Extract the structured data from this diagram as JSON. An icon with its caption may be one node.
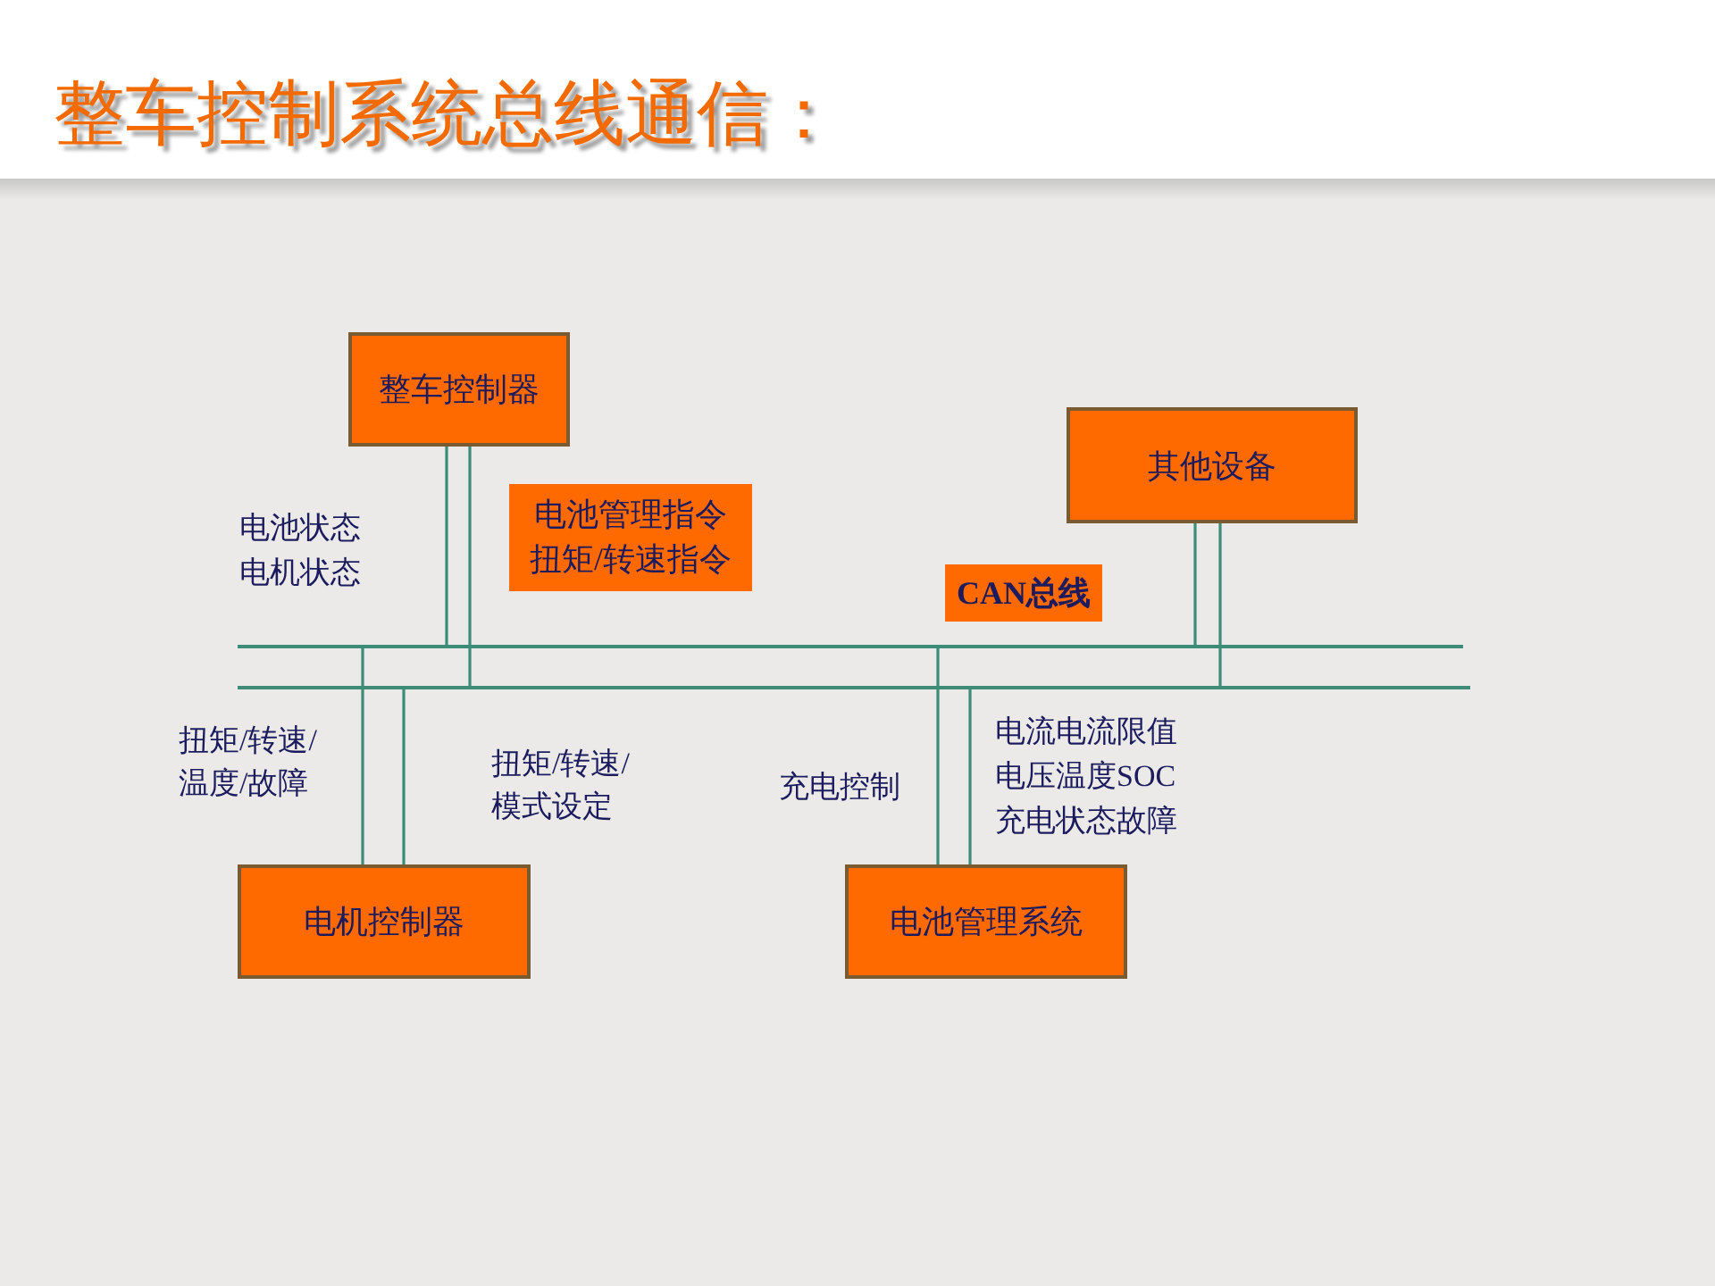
{
  "diagram": {
    "title": "整车控制系统总线通信：",
    "nodes": [
      {
        "text": [
          "整车控制器"
        ]
      },
      {
        "text": [
          "电池管理指令",
          "扭矩/转速指令"
        ]
      },
      {
        "text": [
          "其他设备"
        ]
      },
      {
        "text": [
          "CAN总线"
        ]
      },
      {
        "text": [],
        "shape": "bar"
      },
      {
        "text": [],
        "shape": "bar"
      },
      {
        "text": [
          "电机控制器"
        ]
      },
      {
        "text": [
          "电池管理系统"
        ]
      }
    ],
    "edges": [
      {
        "from": 0,
        "to": 4,
        "arrow": "none"
      },
      {
        "from": 0,
        "to": 5,
        "arrow": "none"
      },
      {
        "from": 2,
        "to": 4,
        "arrow": "none"
      },
      {
        "from": 2,
        "to": 5,
        "arrow": "none"
      },
      {
        "from": 6,
        "to": 4,
        "arrow": "none"
      },
      {
        "from": 6,
        "to": 5,
        "arrow": "none"
      },
      {
        "from": 7,
        "to": 4,
        "arrow": "none"
      },
      {
        "from": 7,
        "to": 5,
        "arrow": "none"
      }
    ],
    "labels": [
      "电池状态",
      "电机状态",
      "扭矩/转速/温度/故障",
      "扭矩/转速/模式设定",
      "充电控制",
      "电流电流限值",
      "电压温度SOC",
      "充电状态故障"
    ]
  }
}
